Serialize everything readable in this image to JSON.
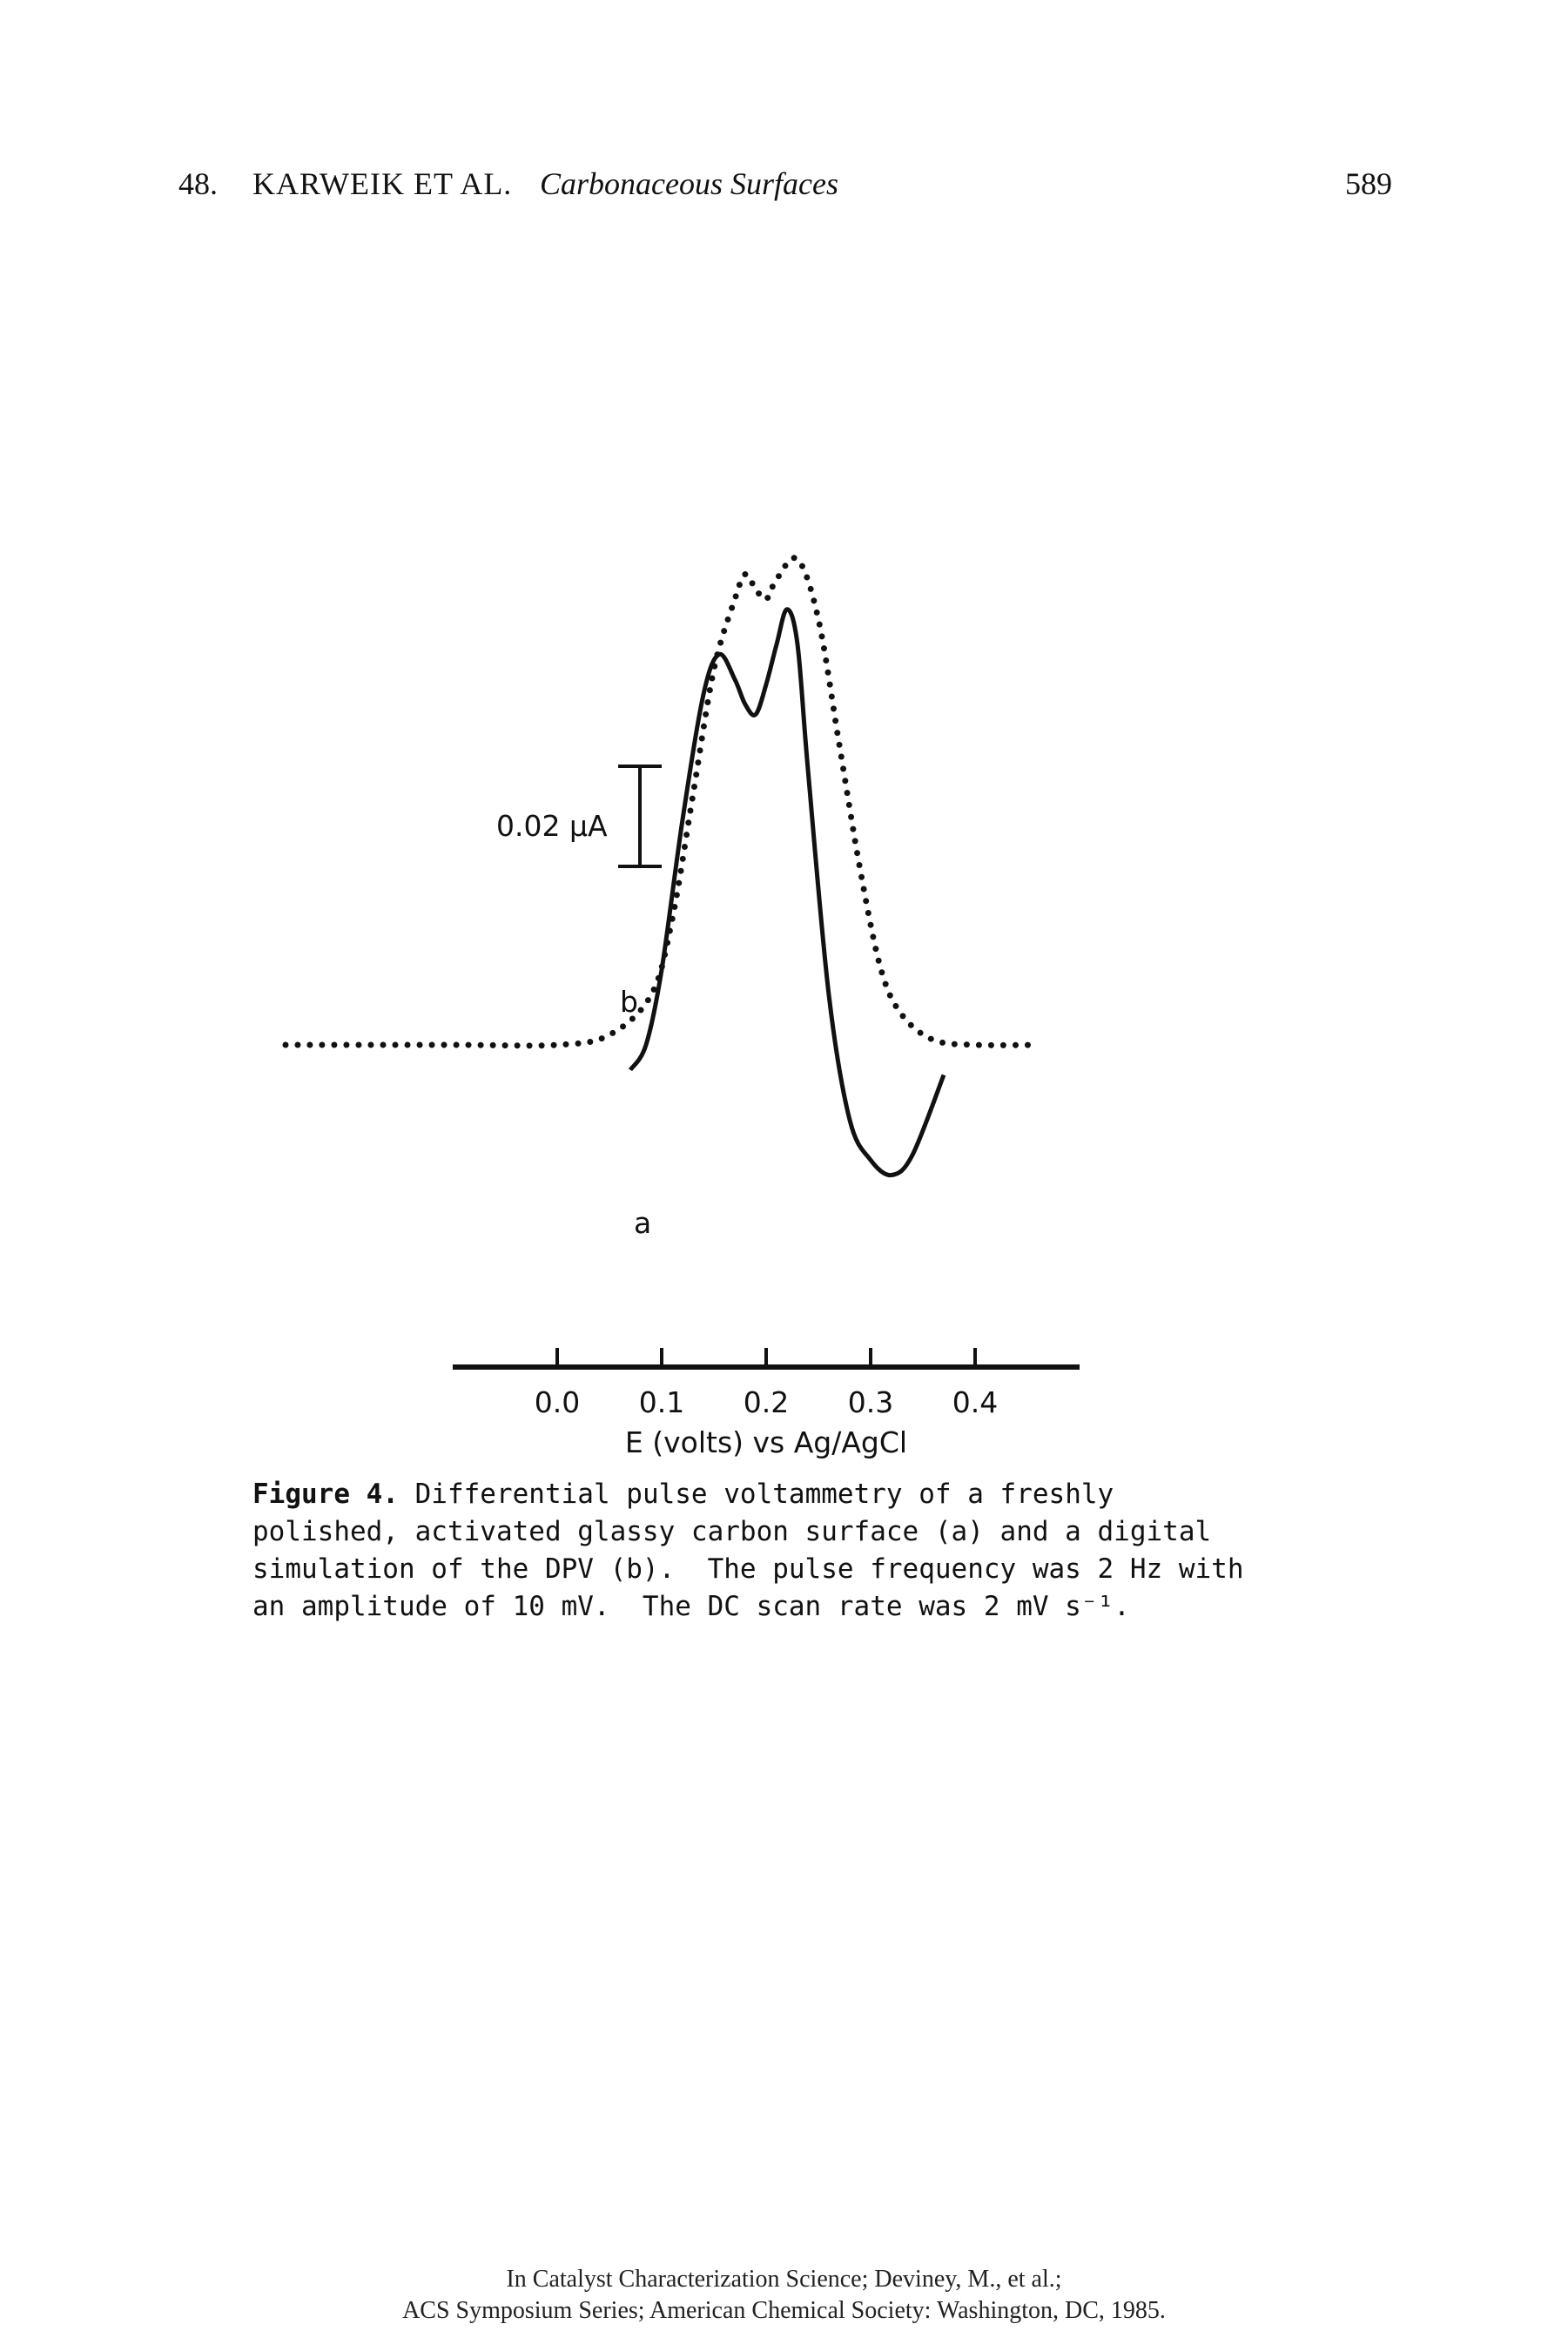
{
  "header": {
    "chapter_number": "48.",
    "authors": "KARWEIK ET AL.",
    "running_title": "Carbonaceous Surfaces",
    "page_number": "589"
  },
  "figure": {
    "scale_bar_label": "0.02 μA",
    "curve_label_a": "a",
    "curve_label_b": "b",
    "x_axis_label": "E (volts) vs Ag/AgCl"
  },
  "chart_data": {
    "type": "line",
    "xlabel": "E (volts) vs Ag/AgCl",
    "x_ticks": [
      "0.0",
      "0.1",
      "0.2",
      "0.3",
      "0.4"
    ],
    "xlim": [
      -0.1,
      0.5
    ],
    "ylim": [
      -0.03,
      0.095
    ],
    "scale_bar_uA": 0.02,
    "series": [
      {
        "name": "a",
        "style": "solid",
        "x": [
          0.07,
          0.085,
          0.1,
          0.12,
          0.14,
          0.155,
          0.17,
          0.18,
          0.19,
          0.2,
          0.21,
          0.22,
          0.23,
          0.24,
          0.26,
          0.28,
          0.3,
          0.32,
          0.34,
          0.37
        ],
        "y": [
          -0.005,
          0.0,
          0.015,
          0.045,
          0.07,
          0.078,
          0.073,
          0.068,
          0.066,
          0.072,
          0.08,
          0.087,
          0.08,
          0.055,
          0.01,
          -0.015,
          -0.023,
          -0.026,
          -0.022,
          -0.006
        ]
      },
      {
        "name": "b",
        "style": "dotted",
        "x": [
          -0.26,
          -0.1,
          0.0,
          0.05,
          0.09,
          0.11,
          0.13,
          0.15,
          0.17,
          0.18,
          0.19,
          0.2,
          0.21,
          0.23,
          0.25,
          0.27,
          0.29,
          0.31,
          0.33,
          0.36,
          0.4,
          0.46
        ],
        "y": [
          0.0,
          0.0,
          0.0,
          0.002,
          0.01,
          0.025,
          0.05,
          0.075,
          0.089,
          0.094,
          0.091,
          0.089,
          0.093,
          0.097,
          0.085,
          0.06,
          0.035,
          0.015,
          0.006,
          0.001,
          0.0,
          0.0
        ]
      }
    ]
  },
  "caption": {
    "label": "Figure 4.",
    "line1": " Differential pulse voltammetry of a freshly",
    "line2": "polished, activated glassy carbon surface (a) and a digital",
    "line3": "simulation of the DPV (b).  The pulse frequency was 2 Hz with",
    "line4": "an amplitude of 10 mV.  The DC scan rate was 2 mV s⁻¹."
  },
  "footer": {
    "line1": "In Catalyst Characterization Science; Deviney, M., et al.;",
    "line2": "ACS Symposium Series; American Chemical Society: Washington, DC, 1985."
  }
}
